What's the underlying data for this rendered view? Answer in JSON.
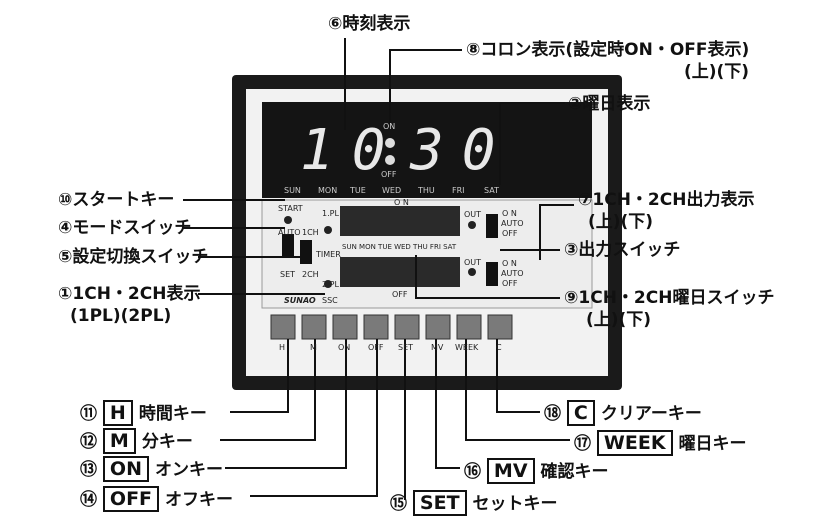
{
  "display": {
    "hours": "10",
    "minutes": "30",
    "colon_on": "ON",
    "colon_off": "OFF"
  },
  "days": [
    "SUN",
    "MON",
    "TUE",
    "WED",
    "THU",
    "FRI",
    "SAT"
  ],
  "panel": {
    "start": "START",
    "auto": "AUTO",
    "set": "SET",
    "ch1": "1CH",
    "ch2": "2CH",
    "timer": "TIMER",
    "pl1": "1.PL",
    "pl2": "2.PL",
    "on": "O N",
    "off": "OFF",
    "out": "OUT",
    "sw_on": "O N",
    "sw_auto": "AUTO",
    "sw_off": "OFF",
    "brand": "SUNAO",
    "ssc": "SSC",
    "days_row": "SUN MON TUE WED THU  FRI SAT",
    "keys": [
      "H",
      "M",
      "ON",
      "OFF",
      "SET",
      "MV",
      "WEEK",
      "C"
    ]
  },
  "labels": {
    "l6": "⑥時刻表示",
    "l8a": "⑧コロン表示(設定時ON・OFF表示)",
    "l8b": "(上)(下)",
    "l2": "②曜日表示",
    "l10": "⑩スタートキー",
    "l4": "④モードスイッチ",
    "l5": "⑤設定切換スイッチ",
    "l1a": "①1CH・2CH表示",
    "l1b": "(1PL)(2PL)",
    "l7a": "⑦1CH・2CH出力表示",
    "l7b": "(上)(下)",
    "l3": "③出力スイッチ",
    "l9a": "⑨1CH・2CH曜日スイッチ",
    "l9b": "(上)(下)"
  },
  "keys_legend": [
    {
      "num": "⑪",
      "key": "H",
      "text": "時間キー"
    },
    {
      "num": "⑫",
      "key": "M",
      "text": "分キー"
    },
    {
      "num": "⑬",
      "key": "ON",
      "text": "オンキー"
    },
    {
      "num": "⑭",
      "key": "OFF",
      "text": "オフキー"
    },
    {
      "num": "⑮",
      "key": "SET",
      "text": "セットキー"
    },
    {
      "num": "⑯",
      "key": "MV",
      "text": "確認キー"
    },
    {
      "num": "⑰",
      "key": "WEEK",
      "text": "曜日キー"
    },
    {
      "num": "⑱",
      "key": "C",
      "text": "クリアーキー"
    }
  ]
}
